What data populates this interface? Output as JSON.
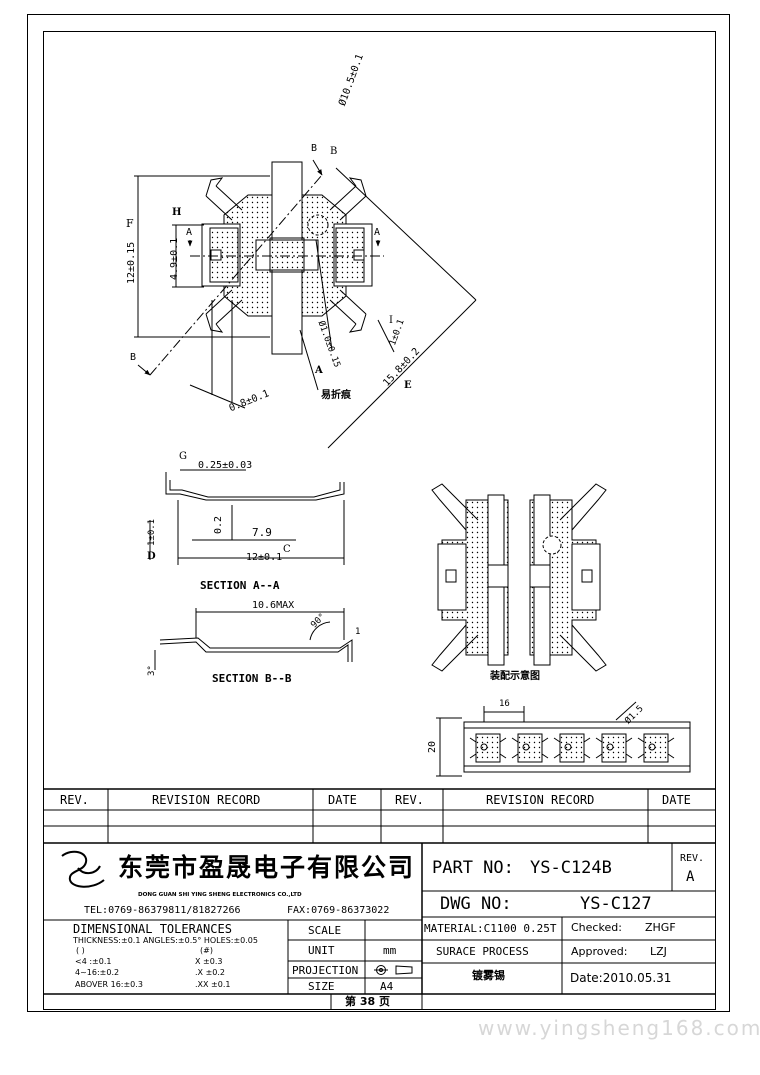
{
  "drawing": {
    "main_labels": {
      "b_top": "B",
      "b_diameter": "Ø10.5±0.1",
      "b_circ": "B",
      "f_circ": "F",
      "f_dim": "12±0.15",
      "h_circ": "H",
      "h_dim": "4.9±0.1",
      "a_left": "A",
      "a_right": "A",
      "i_circ": "I",
      "i_dim": "1±0.1",
      "b_bottom": "B",
      "a_circ": "A",
      "hole_dim": "Ø1.0±0.15",
      "e_circ": "E",
      "e_dim": "15.8±0.2",
      "crease": "易折痕",
      "w_dim": "0.8±0.1"
    },
    "section_aa": {
      "g_circ": "G",
      "thick": "0.25±0.03",
      "d_circ": "D",
      "d_dim": "1±0.1",
      "step": "0.2",
      "inner": "7.9",
      "width": "12±0.1",
      "c_circ": "C",
      "title": "SECTION A--A"
    },
    "section_bb": {
      "max": "10.6MAX",
      "angle": "90°",
      "one": "1",
      "three": "3°",
      "title": "SECTION B--B"
    },
    "assembly": {
      "title": "装配示意图"
    },
    "strip": {
      "pitch": "16",
      "hole": "Ø1.5",
      "height": "20"
    }
  },
  "revision": {
    "headers": [
      "REV.",
      "REVISION RECORD",
      "DATE",
      "REV.",
      "REVISION RECORD",
      "DATE"
    ]
  },
  "title_block": {
    "company_cn": "东莞市盈晟电子有限公司",
    "company_en": "DONG GUAN SHI YING SHENG ELECTRONICS CO.,LTD",
    "tel": "TEL:0769-86379811/81827266",
    "fax": "FAX:0769-86373022",
    "part_label": "PART NO:",
    "part_no": "YS-C124B",
    "rev_label": "REV.",
    "rev_value": "A",
    "dwg_label": "DWG NO:",
    "dwg_no": "YS-C127",
    "tol_title": "DIMENSIONAL TOLERANCES",
    "tol_line1": "THICKNESS:±0.1  ANGLES:±0.5°  HOLES:±0.05",
    "tol_paren1": "( )",
    "tol_paren2": "(#)",
    "tol_a1": "<4  :±0.1",
    "tol_b1": "X  ±0.3",
    "tol_a2": "4~16:±0.2",
    "tol_b2": ".X  ±0.2",
    "tol_a3": "ABOVER 16:±0.3",
    "tol_b3": ".XX ±0.1",
    "scale_label": "SCALE",
    "unit_label": "UNIT",
    "unit_value": "mm",
    "projection_label": "PROJECTION",
    "size_label": "SIZE",
    "size_value": "A4",
    "material": "MATERIAL:C1100  0.25T",
    "surface": "SURACE PROCESS",
    "surface_value": "镀雾锡",
    "checked_label": "Checked:",
    "checked_value": "ZHGF",
    "approved_label": "Approved:",
    "approved_value": "LZJ",
    "date": "Date:2010.05.31",
    "page": "第  38  页"
  },
  "watermark": "www.yingsheng168.com"
}
